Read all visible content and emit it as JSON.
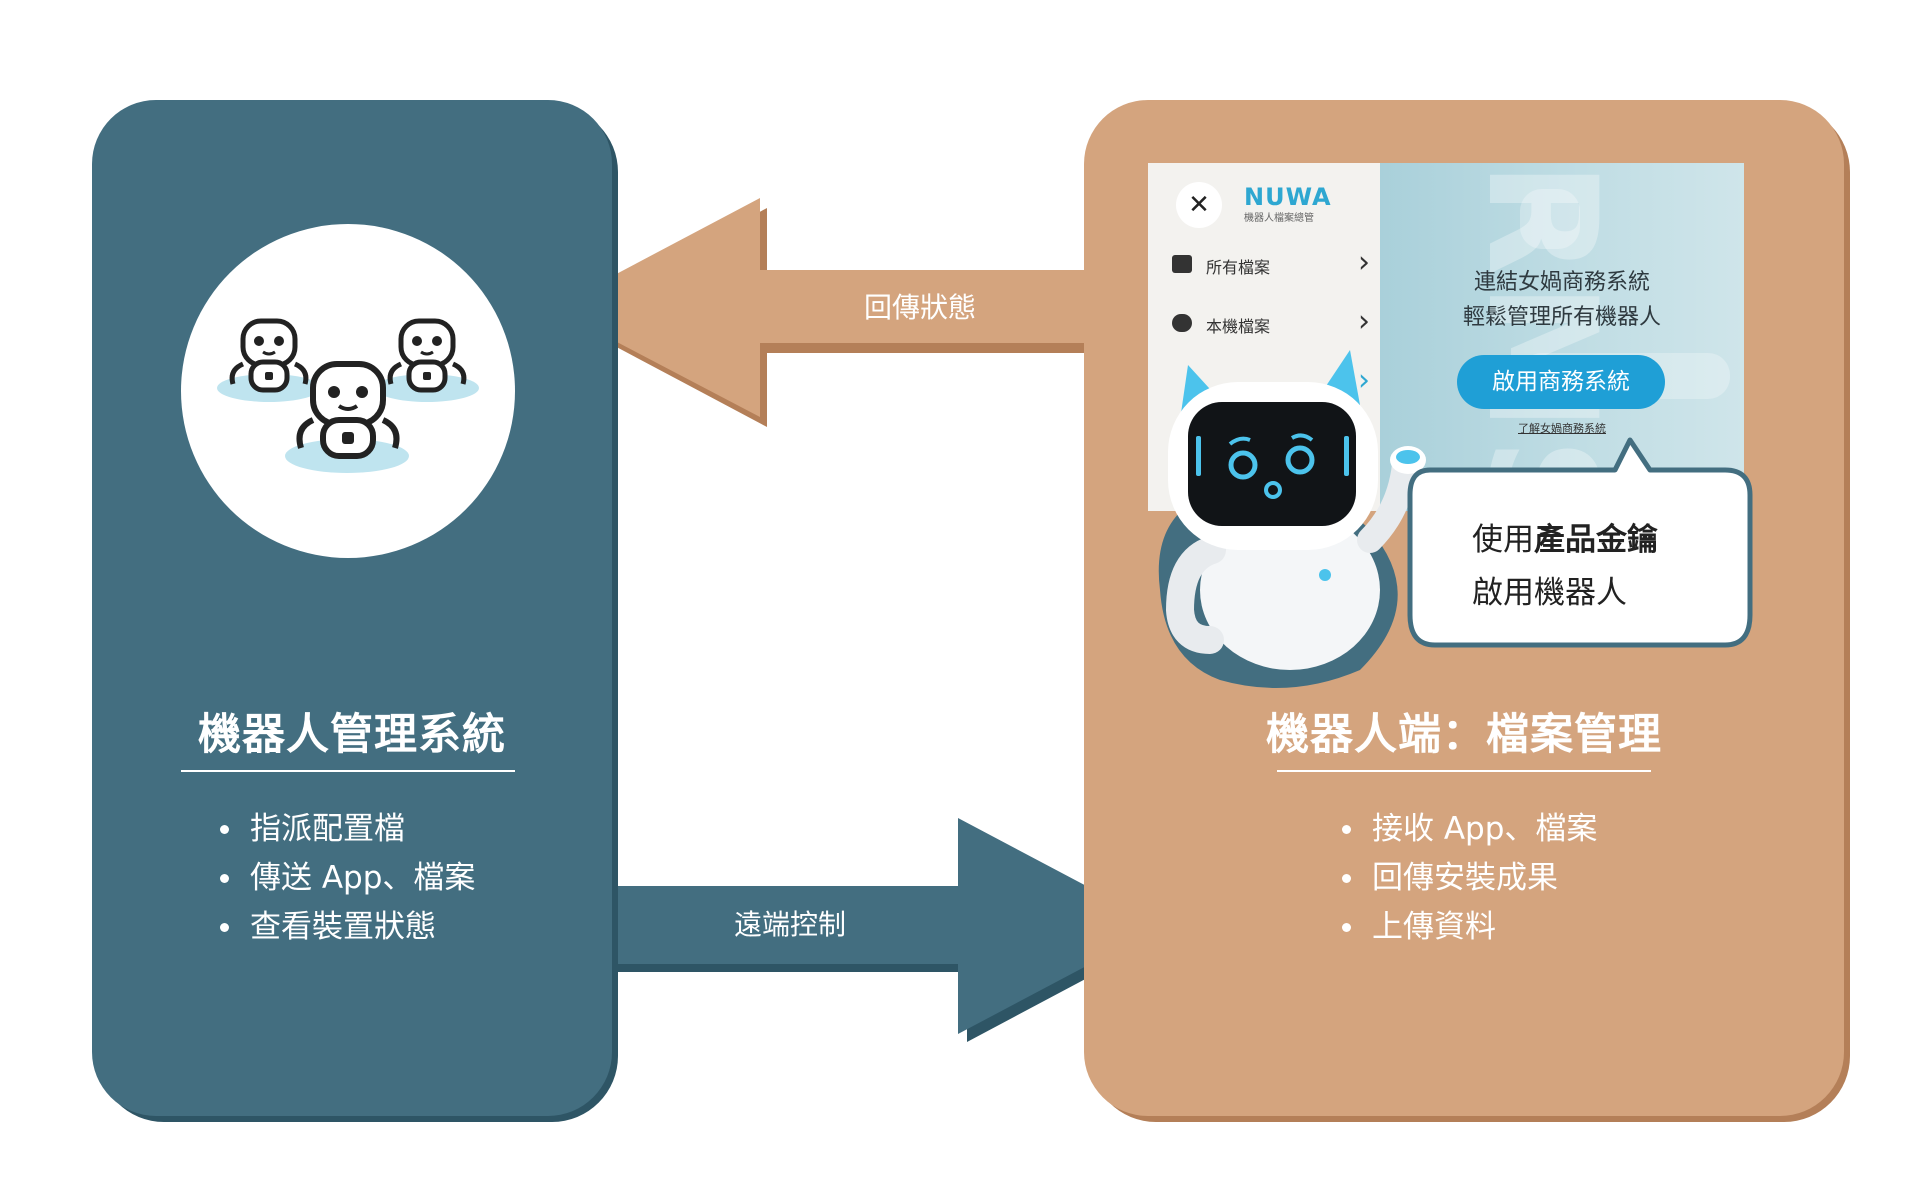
{
  "colors": {
    "left_panel": "#436e80",
    "left_panel_shadow": "#2e5565",
    "right_panel": "#d4a47e",
    "right_panel_shadow": "#b47f58",
    "arrow_left": "#d4a47e",
    "arrow_left_shadow": "#b47f58",
    "arrow_right": "#436e80",
    "arrow_right_shadow": "#2e5565",
    "accent_blue": "#1f9fd6",
    "light_blue_base": "#bfe4ef"
  },
  "left_panel": {
    "icon": "robot-group-icon",
    "title": "機器人管理系統",
    "bullets": [
      "指派配置檔",
      "傳送 App、檔案",
      "查看裝置狀態"
    ]
  },
  "right_panel": {
    "title": "機器人端：檔案管理",
    "bullets": [
      "接收 App、檔案",
      "回傳安裝成果",
      "上傳資料"
    ]
  },
  "arrows": {
    "top_label": "回傳狀態",
    "bottom_label": "遠端控制"
  },
  "app_mock": {
    "close_icon": "close-icon",
    "logo": "NUWA",
    "logo_subtitle": "機器人檔案總管",
    "menu_items": [
      {
        "label": "所有檔案",
        "icon": "folder-icon"
      },
      {
        "label": "本機檔案",
        "icon": "robot-face-icon"
      }
    ],
    "watermark": "RMS",
    "cta_line1": "連結女媧商務系統",
    "cta_line2": "輕鬆管理所有機器人",
    "cta_button": "啟用商務系統",
    "learn_more": "了解女媧商務系統"
  },
  "speech_bubble": {
    "line1_prefix": "使用",
    "line1_bold": "產品金鑰",
    "line2": "啟用機器人"
  },
  "robot": {
    "icon": "kebbi-robot-icon"
  }
}
